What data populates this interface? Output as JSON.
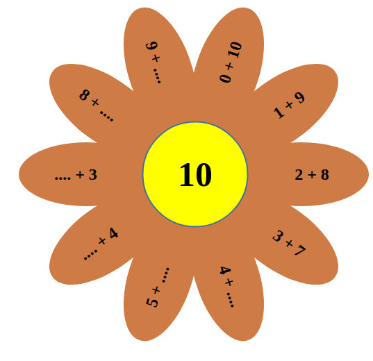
{
  "diagram": {
    "nodes": [
      {
        "text": [
          "10"
        ]
      },
      {
        "text": [
          "0 + 10"
        ]
      },
      {
        "text": [
          "1 + 9"
        ]
      },
      {
        "text": [
          "2 + 8"
        ]
      },
      {
        "text": [
          "3 + 7"
        ]
      },
      {
        "text": [
          "4 + ...."
        ]
      },
      {
        "text": [
          "5 + ...."
        ]
      },
      {
        "text": [
          ".... + 4"
        ]
      },
      {
        "text": [
          ".... + 3"
        ]
      },
      {
        "text": [
          "8 + ...."
        ]
      },
      {
        "text": [
          "9 + ...."
        ]
      }
    ]
  }
}
